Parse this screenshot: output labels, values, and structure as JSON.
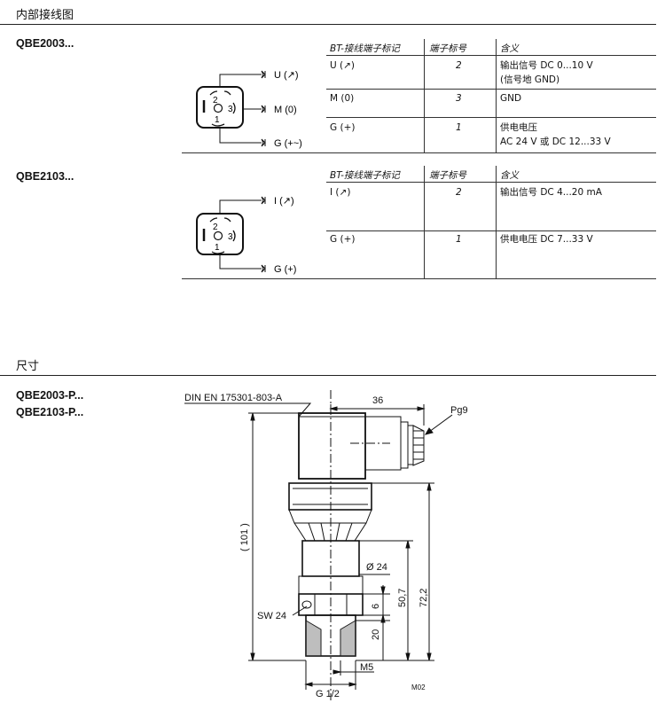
{
  "wiring": {
    "title": "内部接线图",
    "model_a": "QBE2003...",
    "model_b": "QBE2103...",
    "diagram_a": {
      "pin_top": "2",
      "pin_mid": "3",
      "pin_bot": "1",
      "label_u": "U (↗)",
      "label_m": "M (0)",
      "label_g": "G (+~)"
    },
    "diagram_b": {
      "pin_top": "2",
      "pin_mid": "3",
      "pin_bot": "1",
      "label_i": "I (↗)",
      "label_g": "G (+)"
    },
    "table_a": {
      "headers": [
        "BT-接线端子标记",
        "端子标号",
        "含义"
      ],
      "rows": [
        {
          "mark": "U (↗)",
          "num": "2",
          "meaning": [
            "输出信号 DC 0...10 V",
            " (信号地 GND)"
          ]
        },
        {
          "mark": "M (0)",
          "num": "3",
          "meaning": [
            "GND"
          ]
        },
        {
          "mark": "G (+)",
          "num": "1",
          "meaning": [
            "供电电压",
            "AC 24 V 或 DC 12...33 V"
          ]
        }
      ]
    },
    "table_b": {
      "headers": [
        "BT-接线端子标记",
        "端子标号",
        "含义"
      ],
      "rows": [
        {
          "mark": "I (↗)",
          "num": "2",
          "meaning": [
            "输出信号 DC 4...20 mA"
          ]
        },
        {
          "mark": "G (+)",
          "num": "1",
          "meaning": [
            "供电电压 DC 7...33 V"
          ]
        }
      ]
    }
  },
  "dimensions": {
    "title": "尺寸",
    "model_a": "QBE2003-P...",
    "model_b": "QBE2103-P...",
    "drawing": {
      "connector_std": "DIN EN 175301-803-A",
      "dim_36": "36",
      "dim_pg9": "Pg9",
      "dim_101": "( 101 )",
      "dim_d24": "Ø 24",
      "dim_50_7": "50,7",
      "dim_72_2": "72,2",
      "dim_6": "6",
      "dim_sw24": "SW 24",
      "dim_20": "20",
      "dim_m5": "M5",
      "dim_g12": "G 1/2",
      "code": "M02"
    }
  }
}
